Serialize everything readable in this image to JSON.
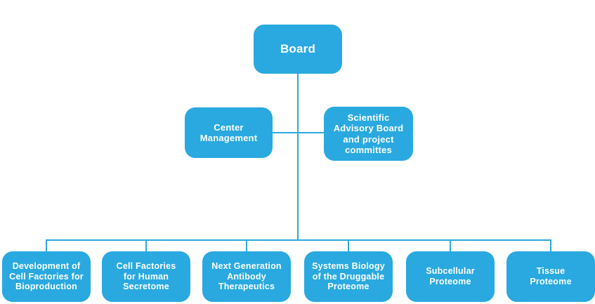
{
  "chart_data": {
    "type": "org-chart-diagram",
    "title": "",
    "levels": 3,
    "colors": {
      "node_fill": "#29A9E0",
      "connector": "#29A9E0",
      "node_text": "#FFFFFF",
      "background": "#FFFFFF"
    },
    "hierarchy_note": "Board at top; Center Management and Scientific Advisory Board branch from trunk; six units on bottom bus"
  },
  "nodes": {
    "board": {
      "label": "Board"
    },
    "center_management": {
      "label": "Center\nManagement"
    },
    "scientific_advisory": {
      "label": "Scientific\nAdvisory Board\nand project\ncommittes"
    },
    "dev_cell_factories": {
      "label": "Development of\nCell Factories for\nBioproduction"
    },
    "cell_factories_secretome": {
      "label": "Cell Factories\nfor Human\nSecretome"
    },
    "next_gen_antibody": {
      "label": "Next Generation\nAntibody\nTherapeutics"
    },
    "systems_biology": {
      "label": "Systems Biology\nof the Druggable\nProteome"
    },
    "subcellular_proteome": {
      "label": "Subcellular\nProteome"
    },
    "tissue_proteome": {
      "label": "Tissue\nProteome"
    }
  }
}
